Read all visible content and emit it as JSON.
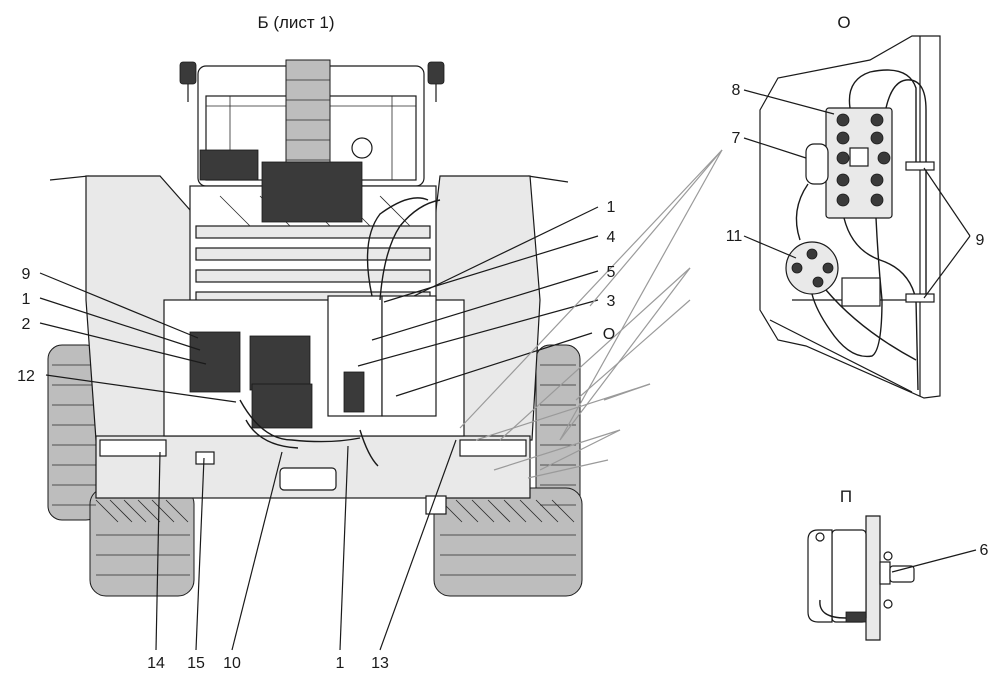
{
  "views": {
    "main_title": "Б (лист 1)",
    "detail_o_title": "О",
    "detail_p_title": "П"
  },
  "callouts": {
    "main_left": [
      "9",
      "1",
      "2",
      "12"
    ],
    "main_right": [
      "1",
      "4",
      "5",
      "3",
      "О"
    ],
    "main_bottom": [
      "14",
      "15",
      "10",
      "1",
      "13"
    ],
    "detail_o": [
      "8",
      "7",
      "11",
      "9"
    ],
    "detail_p": [
      "6"
    ]
  }
}
